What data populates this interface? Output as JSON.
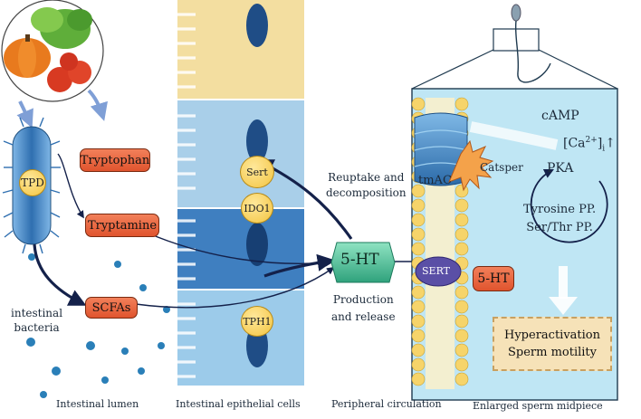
{
  "food": {
    "icon": "vegetables-icon"
  },
  "bacteria": {
    "tpd": "TPD",
    "caption_line1": "intestinal",
    "caption_line2": "bacteria"
  },
  "metabolites": {
    "tryptophan": "Tryptophan",
    "tryptamine": "Tryptamine",
    "scfas": "SCFAs"
  },
  "epithelium": {
    "sert": "Sert",
    "ido1": "IDO1",
    "tph1": "TPH1"
  },
  "circulation": {
    "reuptake_line1": "Reuptake and",
    "reuptake_line2": "decomposition",
    "serotonin": "5-HT",
    "production_line1": "Production",
    "production_line2": "and release"
  },
  "sperm": {
    "camp": "cAMP",
    "ca": "[Ca",
    "ca_sup": "2+",
    "ca_sub": "i",
    "ca_arrow": "↑",
    "pka": "PKA",
    "tyrosine": "Tyrosine PP.",
    "serthr": "Ser/Thr PP.",
    "catsper": "Catsper",
    "tmac": "tmAC",
    "sert": "SERT",
    "serotonin": "5-HT",
    "outcome_line1": "Hyperactivation",
    "outcome_line2": "Sperm motility"
  },
  "footer": {
    "lumen": "Intestinal lumen",
    "epithelial": "Intestinal epithelial cells",
    "peripheral": "Peripheral circulation",
    "midpiece": "Enlarged sperm midpiece"
  },
  "colors": {
    "pill": "#e8663e",
    "node": "#52c4a0",
    "epithelium": "#4f89c6",
    "panel": "#bfe6f4",
    "bacterium": "#3f86c4"
  }
}
